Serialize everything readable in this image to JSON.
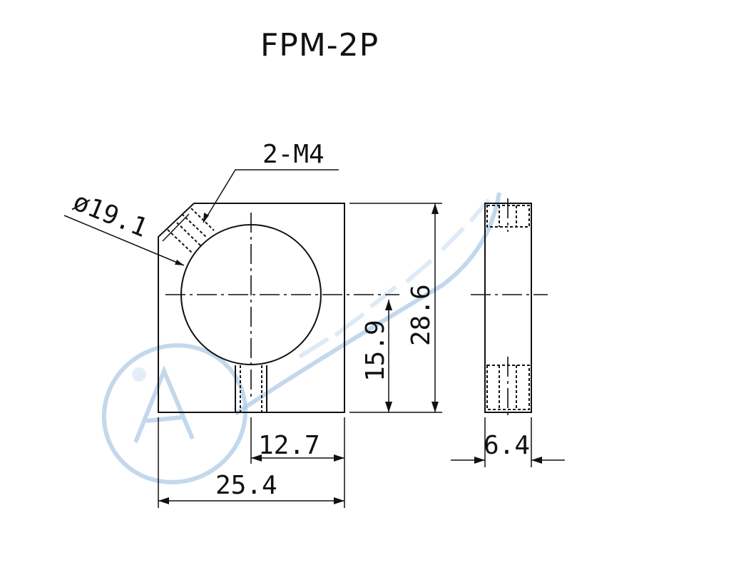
{
  "title": "FPM-2P",
  "labels": {
    "thread": "2-M4",
    "diameter": "ø19.1",
    "height_center": "15.9",
    "height_total": "28.6",
    "width_half": "12.7",
    "width_total": "25.4",
    "thickness": "6.4"
  },
  "watermark": {
    "color": "#a9c8e6"
  }
}
